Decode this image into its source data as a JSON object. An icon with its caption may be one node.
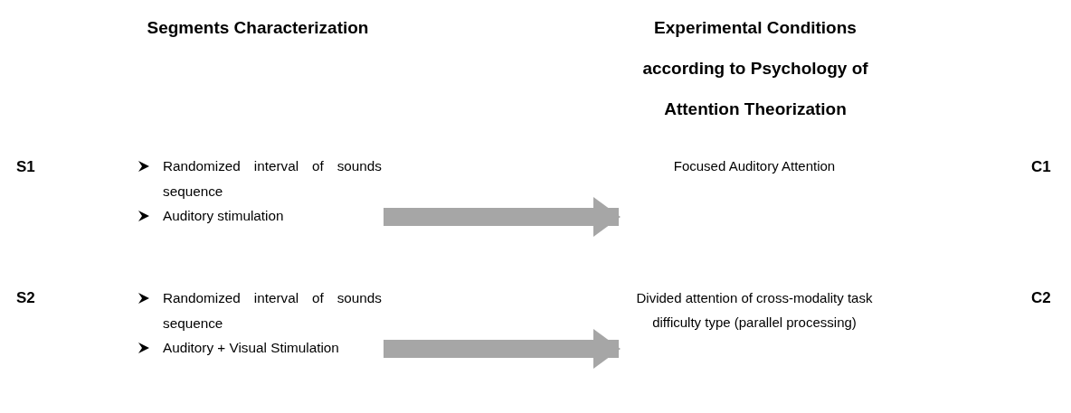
{
  "diagram": {
    "nodes": [
      {
        "text": [
          "Randomized interval of sounds sequence",
          "Auditory stimulation"
        ]
      },
      {
        "text": [
          "Focused Auditory Attention"
        ]
      },
      {
        "text": [
          "Randomized interval of sounds sequence",
          "Auditory + Visual Stimulation"
        ]
      },
      {
        "text": [
          "Divided attention of cross-modality task difficulty type (parallel processing)"
        ]
      }
    ],
    "edges": [
      {
        "from": 0,
        "to": 1,
        "arrow": "to"
      },
      {
        "from": 2,
        "to": 3,
        "arrow": "to"
      }
    ],
    "labels": [
      "Segments Characterization",
      "Experimental Conditions according to Psychology of Attention Theorization",
      "S1",
      "C1",
      "S2",
      "C2"
    ]
  }
}
